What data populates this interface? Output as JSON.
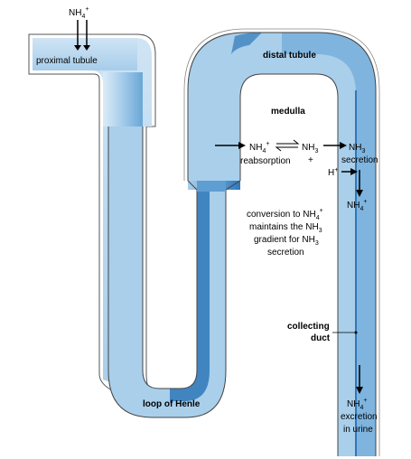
{
  "labels": {
    "nh4_in": "NH",
    "nh4_in_sub": "4",
    "nh4_in_sup": "+",
    "proximal_tubule": "proximal tubule",
    "distal_tubule": "distal tubule",
    "medulla": "medulla",
    "nh4_reab": "NH",
    "nh4_reab_sub": "4",
    "nh4_reab_sup": "+",
    "reabsorption": "reabsorption",
    "nh3_mid": "NH",
    "nh3_mid_sub": "3",
    "plus": "+",
    "h_plus": "H",
    "h_plus_sup": "+",
    "nh3_right": "NH",
    "nh3_right_sub": "3",
    "secretion": "secretion",
    "nh4_lumen": "NH",
    "nh4_lumen_sub": "4",
    "nh4_lumen_sup": "+",
    "conv_line1_a": "conversion to NH",
    "conv_line1_sub": "4",
    "conv_line1_sup": "+",
    "conv_line2_a": "maintains the NH",
    "conv_line2_sub": "3",
    "conv_line3_a": "gradient for NH",
    "conv_line3_sub": "3",
    "conv_line4": "secretion",
    "collecting_1": "collecting",
    "collecting_2": "duct",
    "loop_of_henle": "loop of Henle",
    "nh4_exc": "NH",
    "nh4_exc_sub": "4",
    "nh4_exc_sup": "+",
    "excretion_1": "excretion",
    "excretion_2": "in urine"
  },
  "colors": {
    "lumen_light": "#c5dff1",
    "lumen_mid": "#8fc0e3",
    "wall_dark": "#2f78b8",
    "outline": "#3a3a3a"
  }
}
